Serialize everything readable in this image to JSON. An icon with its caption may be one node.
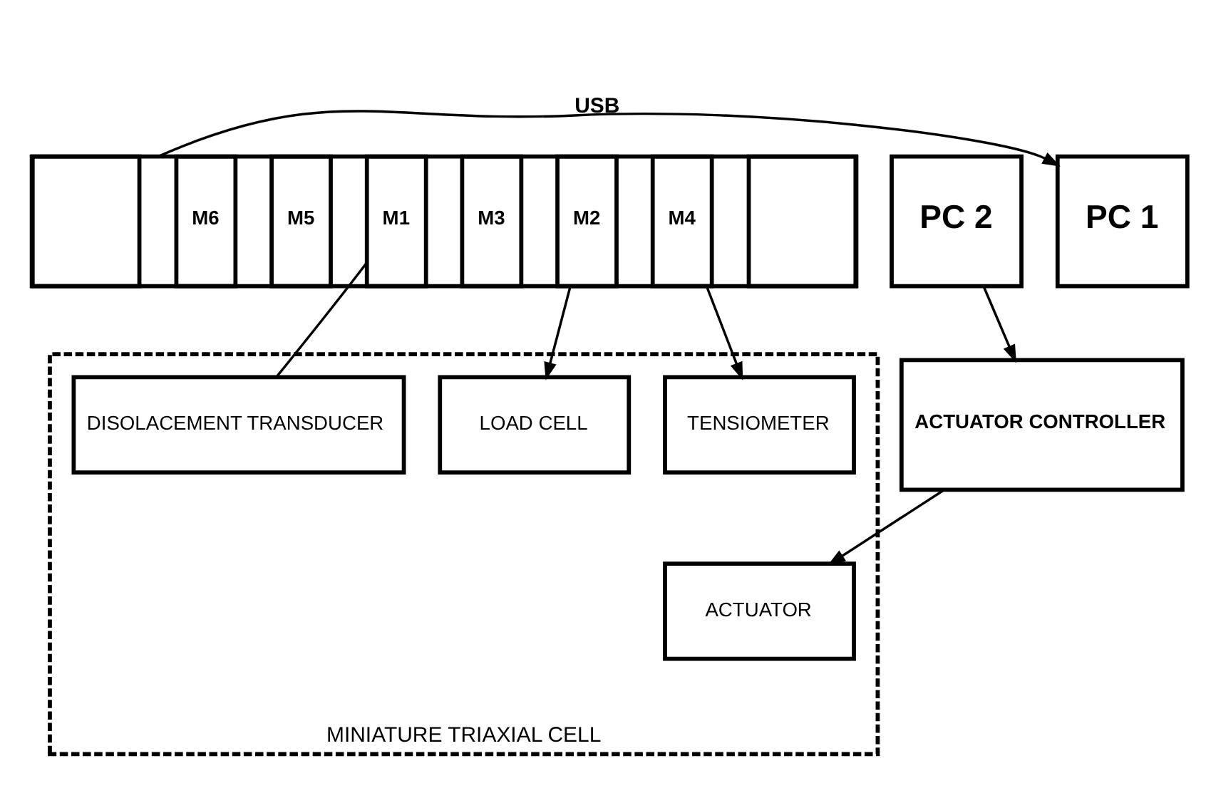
{
  "diagram": {
    "nodes": [
      {
        "text": [],
        "shape": "box"
      },
      {
        "text": [],
        "shape": "box",
        "in": 0
      },
      {
        "text": [
          "M1"
        ],
        "in": 0
      },
      {
        "text": [
          "M2"
        ],
        "in": 0
      },
      {
        "text": [
          "M3"
        ],
        "in": 0
      },
      {
        "text": [
          "M4"
        ],
        "in": 0
      },
      {
        "text": [
          "M5"
        ],
        "in": 0
      },
      {
        "text": [
          "M6"
        ],
        "in": 0
      },
      {
        "text": [],
        "shape": "box",
        "in": 0
      },
      {
        "text": [
          "PC 1"
        ]
      },
      {
        "text": [
          "PC 2"
        ]
      },
      {
        "text": [
          "MINIATURE TRIAXIAL CELL"
        ]
      },
      {
        "text": [
          "DISOLACEMENT TRANSDUCER"
        ],
        "in": 11
      },
      {
        "text": [
          "TENSIOMETER"
        ],
        "in": 11
      },
      {
        "text": [
          "LOAD CELL"
        ],
        "in": 11
      },
      {
        "text": [
          "ACTUATOR"
        ],
        "in": 11
      },
      {
        "text": [
          "ACTUATOR CONTROLLER"
        ]
      }
    ],
    "edges": [
      {
        "from": 0,
        "to": 9,
        "arrow": "to",
        "label": "USB"
      },
      {
        "from": 2,
        "to": 12,
        "arrow": "none"
      },
      {
        "from": 3,
        "to": 14,
        "arrow": "to"
      },
      {
        "from": 5,
        "to": 13,
        "arrow": "to"
      },
      {
        "from": 10,
        "to": 16,
        "arrow": "to"
      },
      {
        "from": 16,
        "to": 15,
        "arrow": "to"
      }
    ]
  }
}
